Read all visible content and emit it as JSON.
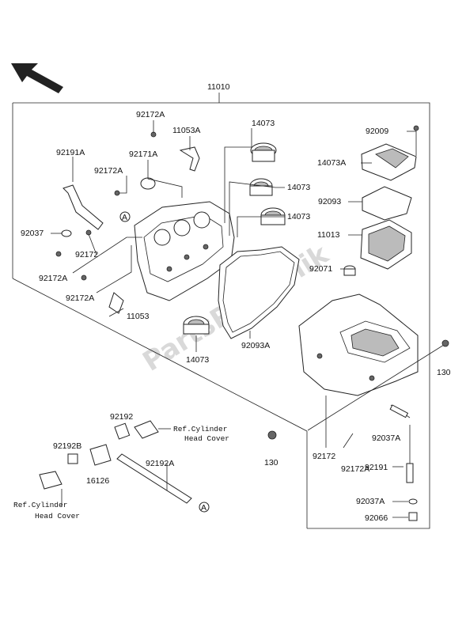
{
  "watermark": "PartsRepublik",
  "assembly": "11010",
  "labels": {
    "p92172A_top": "92172A",
    "p11053A": "11053A",
    "p92171A": "92171A",
    "p92191A": "92191A",
    "p92172A_mid": "92172A",
    "p92037": "92037",
    "p92172": "92172",
    "p92172A_l1": "92172A",
    "p92172A_l2": "92172A",
    "p11053": "11053",
    "p14073_a": "14073",
    "p14073_b": "14073",
    "p14073_c": "14073",
    "p14073_d": "14073",
    "p92093A": "92093A",
    "p92009": "92009",
    "p14073A": "14073A",
    "p92093": "92093",
    "p11013": "11013",
    "p92071": "92071",
    "p130_r": "130",
    "p130_b": "130",
    "p92172_b": "92172",
    "p92172A_b": "92172A",
    "p92037A_b": "92037A",
    "p92191": "92191",
    "p92037A_c": "92037A",
    "p92066": "92066",
    "p92192": "92192",
    "p92192B": "92192B",
    "p16126": "16126",
    "p92192A": "92192A",
    "callout_A": "A"
  },
  "refs": {
    "ref1_line1": "Ref.Cylinder",
    "ref1_line2": "Head Cover",
    "ref2_line1": "Ref.Cylinder",
    "ref2_line2": "Head Cover"
  },
  "icons": {
    "direction": "front-arrow-icon"
  }
}
